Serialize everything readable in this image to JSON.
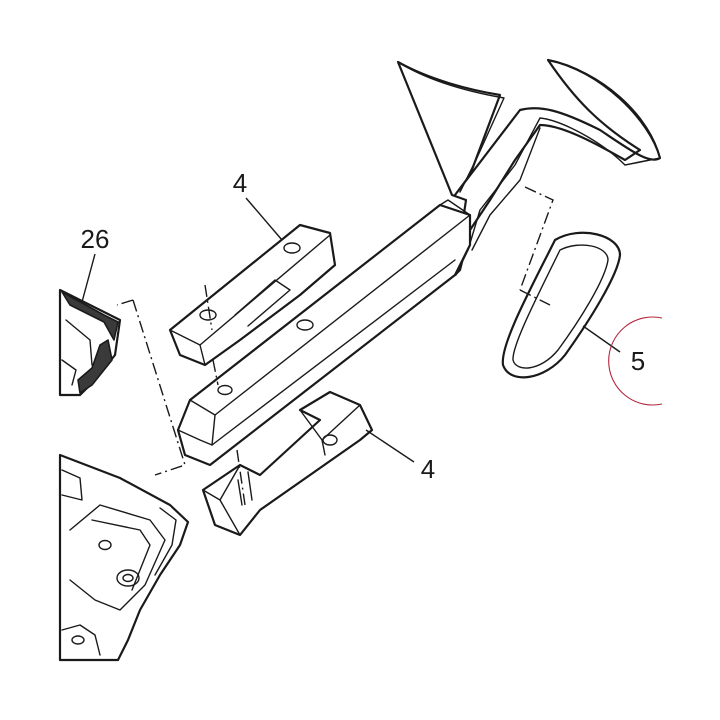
{
  "callouts": {
    "part_4_upper": "4",
    "part_26": "26",
    "part_5": "5",
    "part_4_lower": "4"
  },
  "colors": {
    "line": "#1a1a1a",
    "highlight": "#b0283c",
    "shade": "#3a3a3a"
  }
}
